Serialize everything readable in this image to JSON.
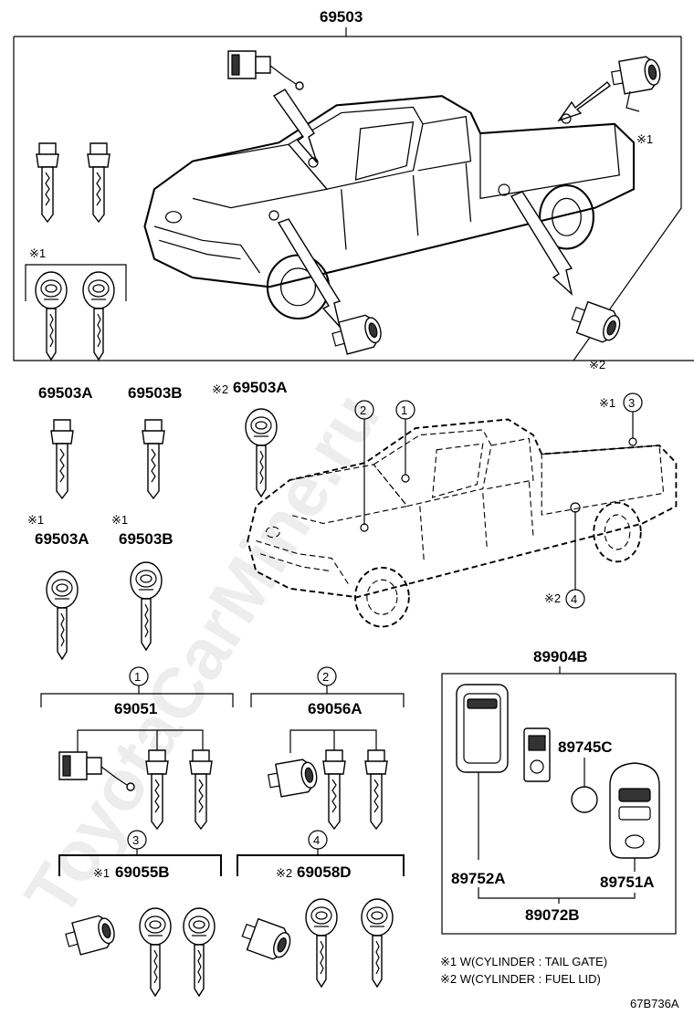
{
  "top": {
    "assembly": "69503",
    "note1_mark": "※1",
    "note2_mark": "※2"
  },
  "keys": {
    "a": "69503A",
    "b": "69503B",
    "c_mark": "※2",
    "c": "69503A",
    "d_mark": "※1",
    "d": "69503A",
    "e_mark": "※1",
    "e": "69503B"
  },
  "truck_callouts": {
    "c1": "1",
    "c2": "2",
    "c3": "3",
    "c4": "4",
    "c3_mark": "※1",
    "c4_mark": "※2"
  },
  "sets": {
    "s1": {
      "num": "1",
      "part": "69051"
    },
    "s2": {
      "num": "2",
      "part": "69056A"
    },
    "s3": {
      "num": "3",
      "mark": "※1",
      "part": "69055B"
    },
    "s4": {
      "num": "4",
      "mark": "※2",
      "part": "69058D"
    }
  },
  "remote": {
    "assembly": "89904B",
    "battery": "89745C",
    "case": "89752A",
    "key": "89751A",
    "sub": "89072B"
  },
  "notes": {
    "n1": "※1 W(CYLINDER : TAIL GATE)",
    "n2": "※2 W(CYLINDER : FUEL LID)"
  },
  "diagram_code": "67B736A",
  "watermark": "ToyotaCarMine.ru"
}
